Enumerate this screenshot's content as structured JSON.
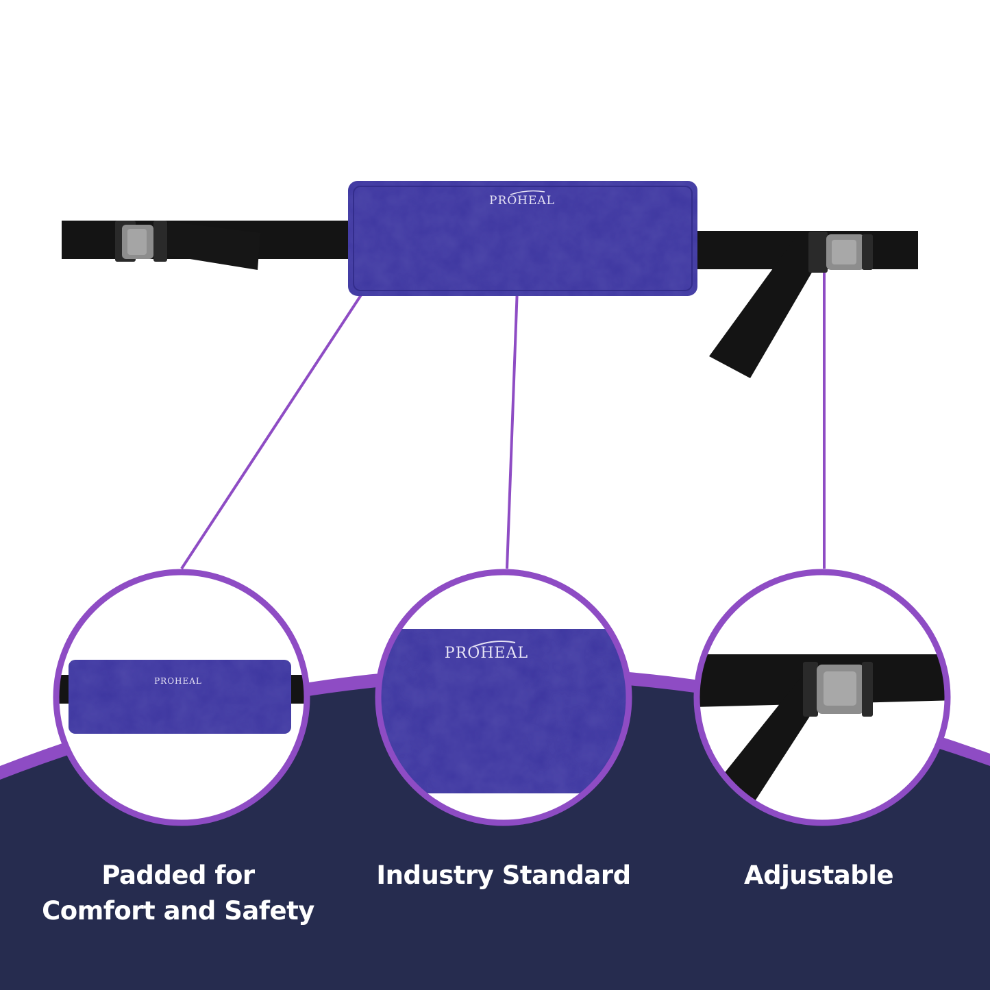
{
  "brand": {
    "logo_text": "PROHEAL"
  },
  "colors": {
    "accent_purple": "#8e4cc4",
    "navy_background": "#262c4f",
    "pad_blue": "#3d36a0",
    "strap_black": "#141414",
    "buckle_gray": "#8d8d8d"
  },
  "features": [
    {
      "id": "padded",
      "line1": "Padded for",
      "line2": "Comfort and Safety"
    },
    {
      "id": "standard",
      "line1": "Industry Standard",
      "line2": ""
    },
    {
      "id": "adjustable",
      "line1": "Adjustable",
      "line2": ""
    }
  ]
}
